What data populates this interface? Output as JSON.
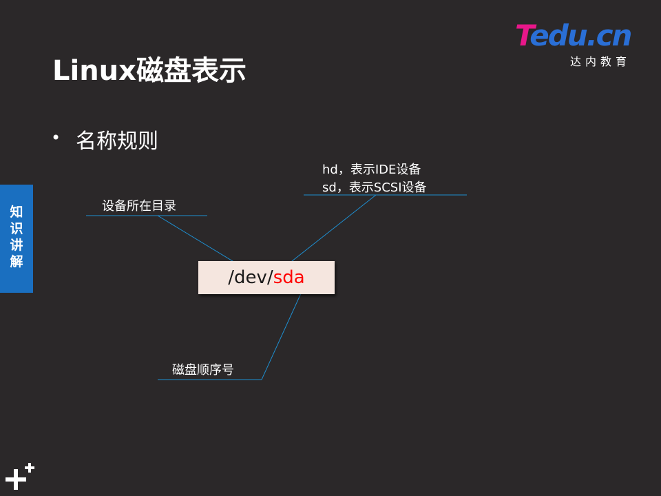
{
  "logo": {
    "main_initial": "T",
    "main_rest": "edu.cn",
    "sub": "达内教育",
    "pink": "#e8178a",
    "blue": "#2a6fd6"
  },
  "title": "Linux磁盘表示",
  "bullet": {
    "marker": "•",
    "text": "名称规则"
  },
  "side_tab": {
    "text": "知识讲解",
    "color": "#1a6fc0"
  },
  "device": {
    "prefix": "/dev/",
    "name": "sda",
    "name_color": "#ff0000"
  },
  "annotations": {
    "directory": "设备所在目录",
    "type_line1": "hd，表示IDE设备",
    "type_line2": "sd，表示SCSI设备",
    "order": "磁盘顺序号"
  },
  "icons": {
    "bottom_left": "plus-plus-icon"
  }
}
